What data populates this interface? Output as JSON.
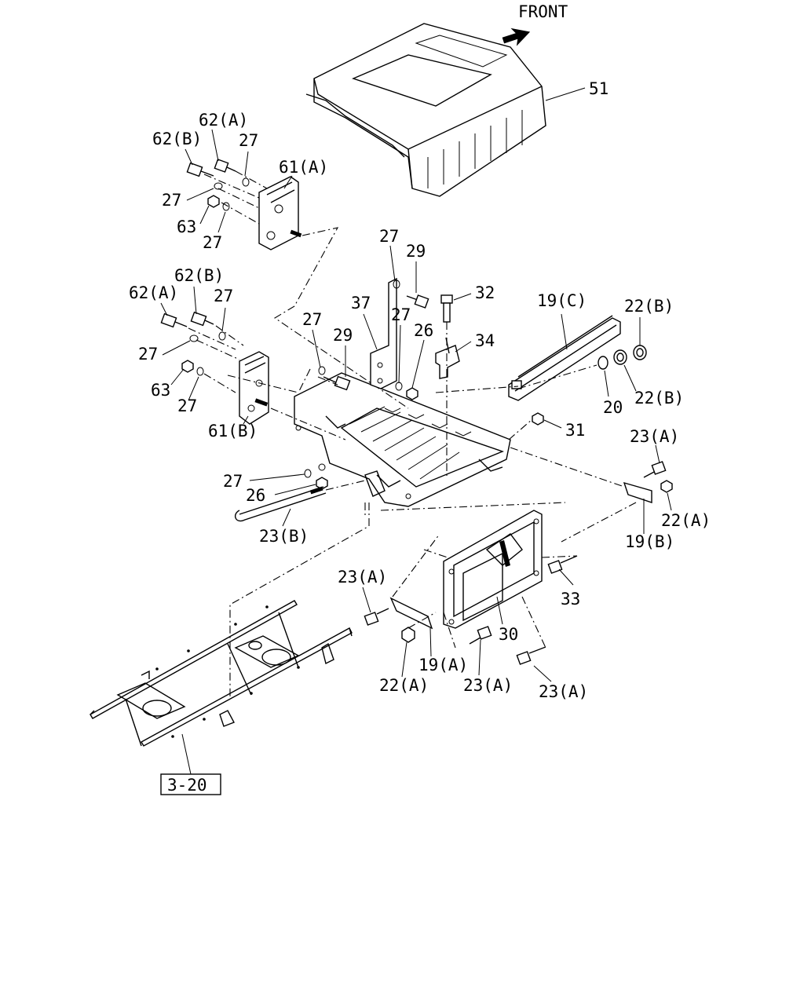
{
  "direction": {
    "label": "FRONT",
    "arrow_icon": "arrow-right-icon"
  },
  "reference": {
    "label": "3-20"
  },
  "labels": {
    "p51": "51",
    "p62a_top": "62(A)",
    "p62b_top": "62(B)",
    "p27_a": "27",
    "p27_b": "27",
    "p27_c": "27",
    "p63_top": "63",
    "p61a": "61(A)",
    "p62a_mid": "62(A)",
    "p62b_mid": "62(B)",
    "p27_d": "27",
    "p27_e": "27",
    "p63_mid": "63",
    "p27_f": "27",
    "p61b": "61(B)",
    "p27_g": "27",
    "p29_top": "29",
    "p37": "37",
    "p27_h": "27",
    "p29_mid": "29",
    "p27_i": "27",
    "p26_top": "26",
    "p32": "32",
    "p34": "34",
    "p19c": "19(C)",
    "p22b_top": "22(B)",
    "p22b_bot": "22(B)",
    "p20": "20",
    "p31": "31",
    "p23a_r": "23(A)",
    "p22a_r": "22(A)",
    "p19b": "19(B)",
    "p27_j": "27",
    "p26_bot": "26",
    "p23b": "23(B)",
    "p33": "33",
    "p23a_l": "23(A)",
    "p22a_l": "22(A)",
    "p19a": "19(A)",
    "p30": "30",
    "p23a_m": "23(A)",
    "p23a_b": "23(A)"
  }
}
